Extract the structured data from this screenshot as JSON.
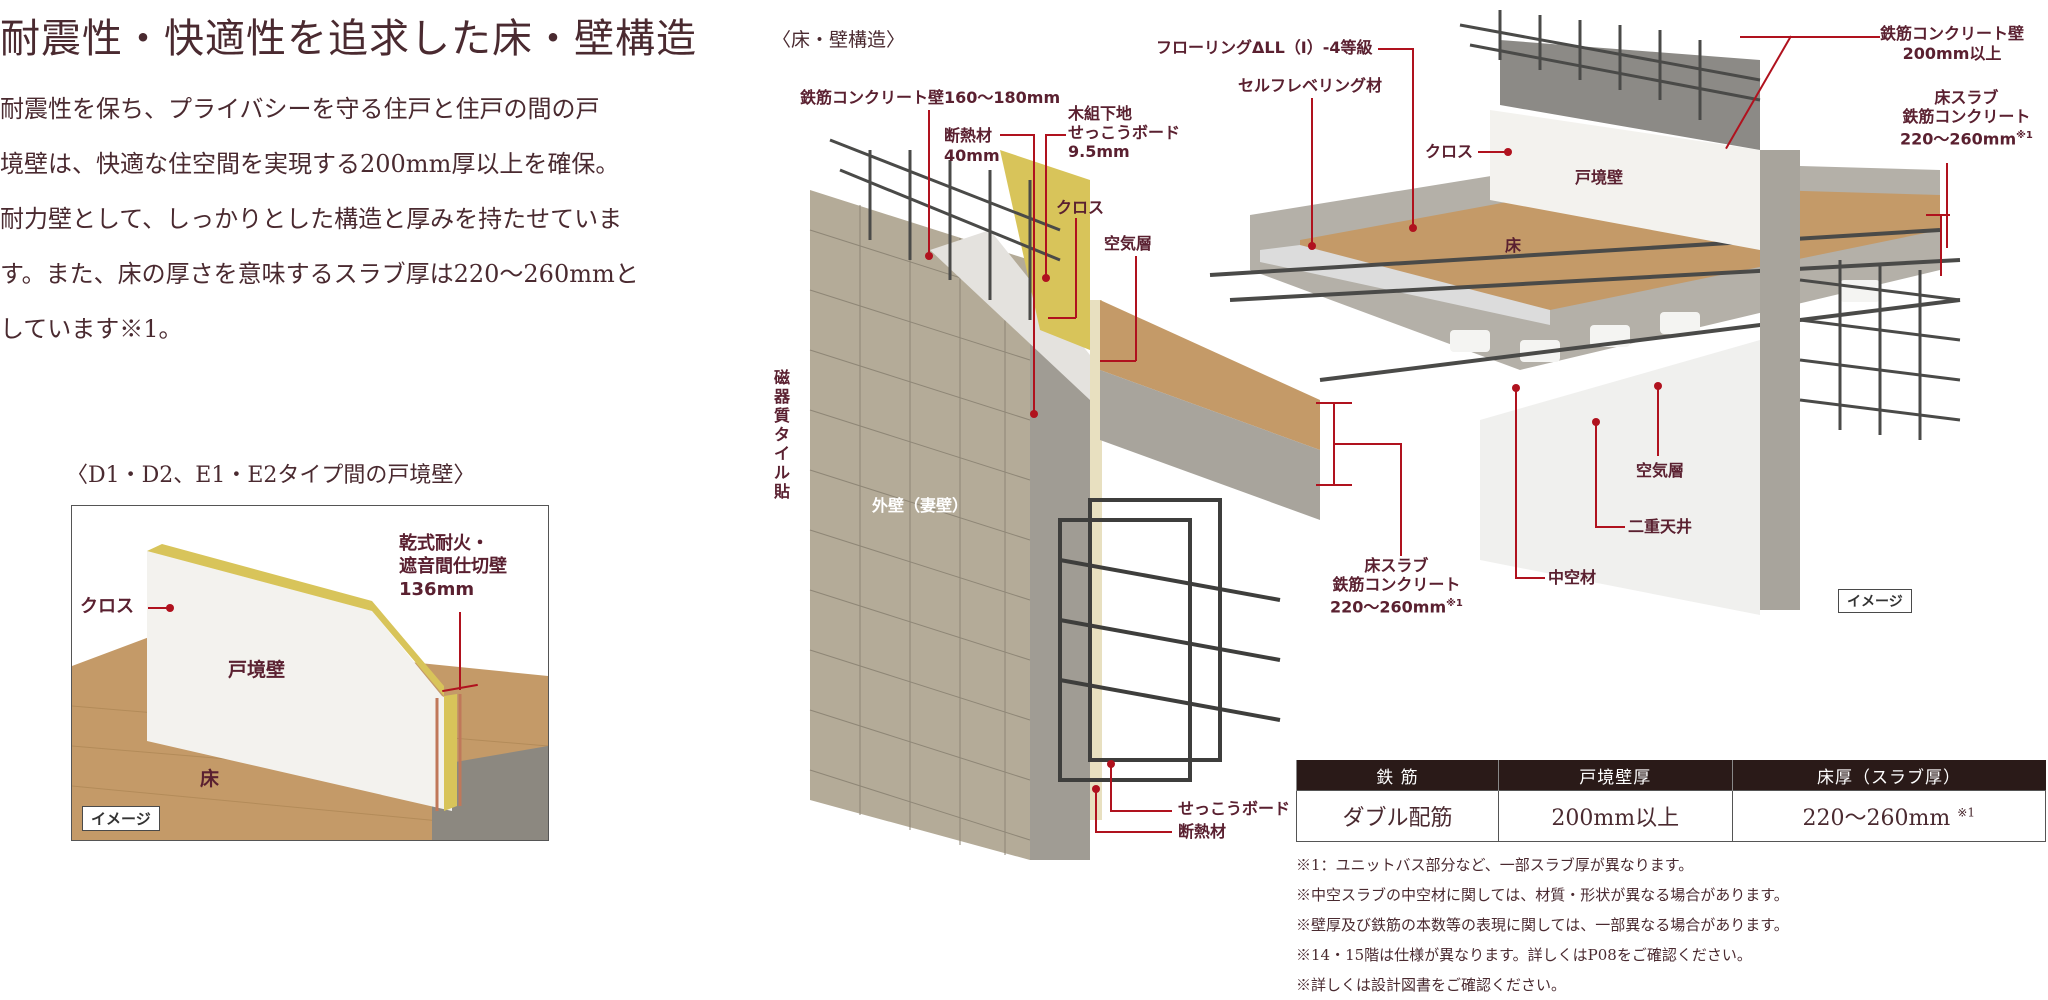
{
  "heading": {
    "title": "耐震性・快適性を追求した床・壁構造",
    "paragraph_lines": [
      "耐震性を保ち、プライバシーを守る住戸と住戸の間の戸",
      "境壁は、快適な住空間を実現する200mm厚以上を確保。",
      "耐力壁として、しっかりとした構造と厚みを持たせていま",
      "す。また、床の厚さを意味するスラブ厚は220〜260mmと",
      "しています※1。"
    ]
  },
  "party_wall_diagram": {
    "caption": "〈D1・D2、E1・E2タイプ間の戸境壁〉",
    "labels": {
      "cloth": "クロス",
      "party_wall": "戸境壁",
      "floor": "床",
      "dry_wall_line1": "乾式耐火・",
      "dry_wall_line2": "遮音間仕切壁",
      "dry_wall_thickness": "136mm"
    },
    "badge": "イメージ"
  },
  "structure_diagram": {
    "caption": "〈床・壁構造〉",
    "labels": {
      "rc_wall": "鉄筋コンクリート壁160〜180mm",
      "insulation": "断熱材",
      "insulation_thickness": "40mm",
      "gypsum_wood_line1": "木組下地",
      "gypsum_wood_line2": "せっこうボード",
      "gypsum_wood_thickness": "9.5mm",
      "cloth_left": "クロス",
      "air_layer_left": "空気層",
      "flooring": "フローリングΔLL（Ⅰ）-4等級",
      "self_leveling": "セルフレベリング材",
      "cloth_right": "クロス",
      "party_wall": "戸境壁",
      "floor": "床",
      "rc_wall_right_line1": "鉄筋コンクリート壁",
      "rc_wall_right_line2": "200mm以上",
      "slab_right_line1": "床スラブ",
      "slab_right_line2": "鉄筋コンクリート",
      "slab_right_line3": "220〜260mm",
      "slab_right_note": "※1",
      "tile": "磁器質タイル貼",
      "exterior_wall": "外壁（妻壁）",
      "slab_mid_line1": "床スラブ",
      "slab_mid_line2": "鉄筋コンクリート",
      "slab_mid_line3": "220〜260mm",
      "slab_mid_note": "※1",
      "hollow_material": "中空材",
      "air_layer_right": "空気層",
      "double_ceiling": "二重天井",
      "gypsum_board": "せっこうボード",
      "insulation_bottom": "断熱材"
    },
    "badge": "イメージ"
  },
  "spec_table": {
    "headers": [
      "鉄 筋",
      "戸境壁厚",
      "床厚（スラブ厚）"
    ],
    "values": [
      "ダブル配筋",
      "200mm以上",
      "220〜260mm"
    ],
    "value_note": "※1"
  },
  "notes": [
    "※1：ユニットバス部分など、一部スラブ厚が異なります。",
    "※中空スラブの中空材に関しては、材質・形状が異なる場合があります。",
    "※壁厚及び鉄筋の本数等の表現に関しては、一部異なる場合があります。",
    "※14・15階は仕様が異なります。詳しくはP08をご確認ください。",
    "※詳しくは設計図書をご確認ください。"
  ],
  "colors": {
    "text": "#4a2a30",
    "leader": "#b0121e",
    "table_header": "#2a1a18",
    "floor_wood": "#c49a68",
    "insulation": "#d8c45a",
    "concrete": "#a8a49c",
    "tile": "#b4ab98"
  }
}
